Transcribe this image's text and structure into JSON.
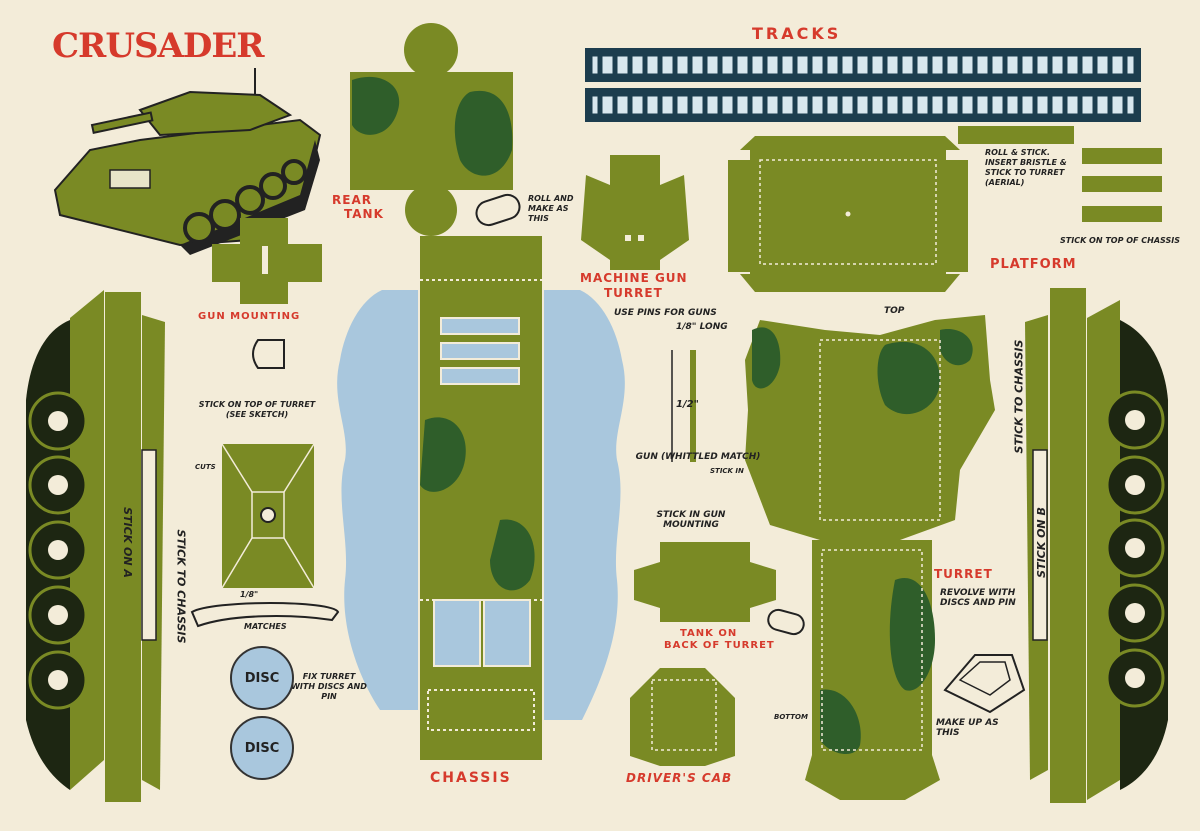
{
  "title": "CRUSADER",
  "colors": {
    "olive": "#7a8a24",
    "camo": "#2f5e2a",
    "blue": "#a9c7dd",
    "paper": "#f3ecd9",
    "red": "#d63a2c",
    "ink": "#222222"
  },
  "labels": {
    "tracks": "TRACKS",
    "rear_tank": "REAR",
    "rear_tank_2": "TANK",
    "roll_make": "ROLL AND MAKE AS THIS",
    "gun_mounting": "GUN MOUNTING",
    "machine_gun_turret": "MACHINE GUN",
    "machine_gun_turret_2": "TURRET",
    "use_pins": "USE PINS FOR GUNS",
    "use_pins_2": "1/8\" LONG",
    "roll_stick": "ROLL & STICK. INSERT BRISTLE & STICK TO TURRET (AERIAL)",
    "stick_on_top_chassis": "STICK ON TOP OF CHASSIS",
    "platform": "PLATFORM",
    "top": "TOP",
    "stick_top_turret": "STICK ON TOP OF TURRET (SEE SKETCH)",
    "cuts": "CUTS",
    "matches": "MATCHES",
    "fraction_1": "1/8\"",
    "fraction_2": "1/2\"",
    "gun": "GUN (WHITTLED MATCH)",
    "stick_in": "STICK IN",
    "stick_in_gun_mounting": "STICK IN GUN MOUNTING",
    "tank_on_back": "TANK ON",
    "tank_on_back_2": "BACK OF TURRET",
    "turret": "TURRET",
    "revolve": "REVOLVE WITH DISCS AND PIN",
    "make_up": "MAKE UP AS THIS",
    "bottom": "BOTTOM",
    "fix_turret": "FIX TURRET WITH DISCS AND PIN",
    "disc": "DISC",
    "chassis": "CHASSIS",
    "drivers_cab": "DRIVER'S CAB",
    "stick_on_a": "STICK ON A",
    "stick_on_b": "STICK ON B",
    "stick_to_chassis": "STICK TO CHASSIS"
  }
}
